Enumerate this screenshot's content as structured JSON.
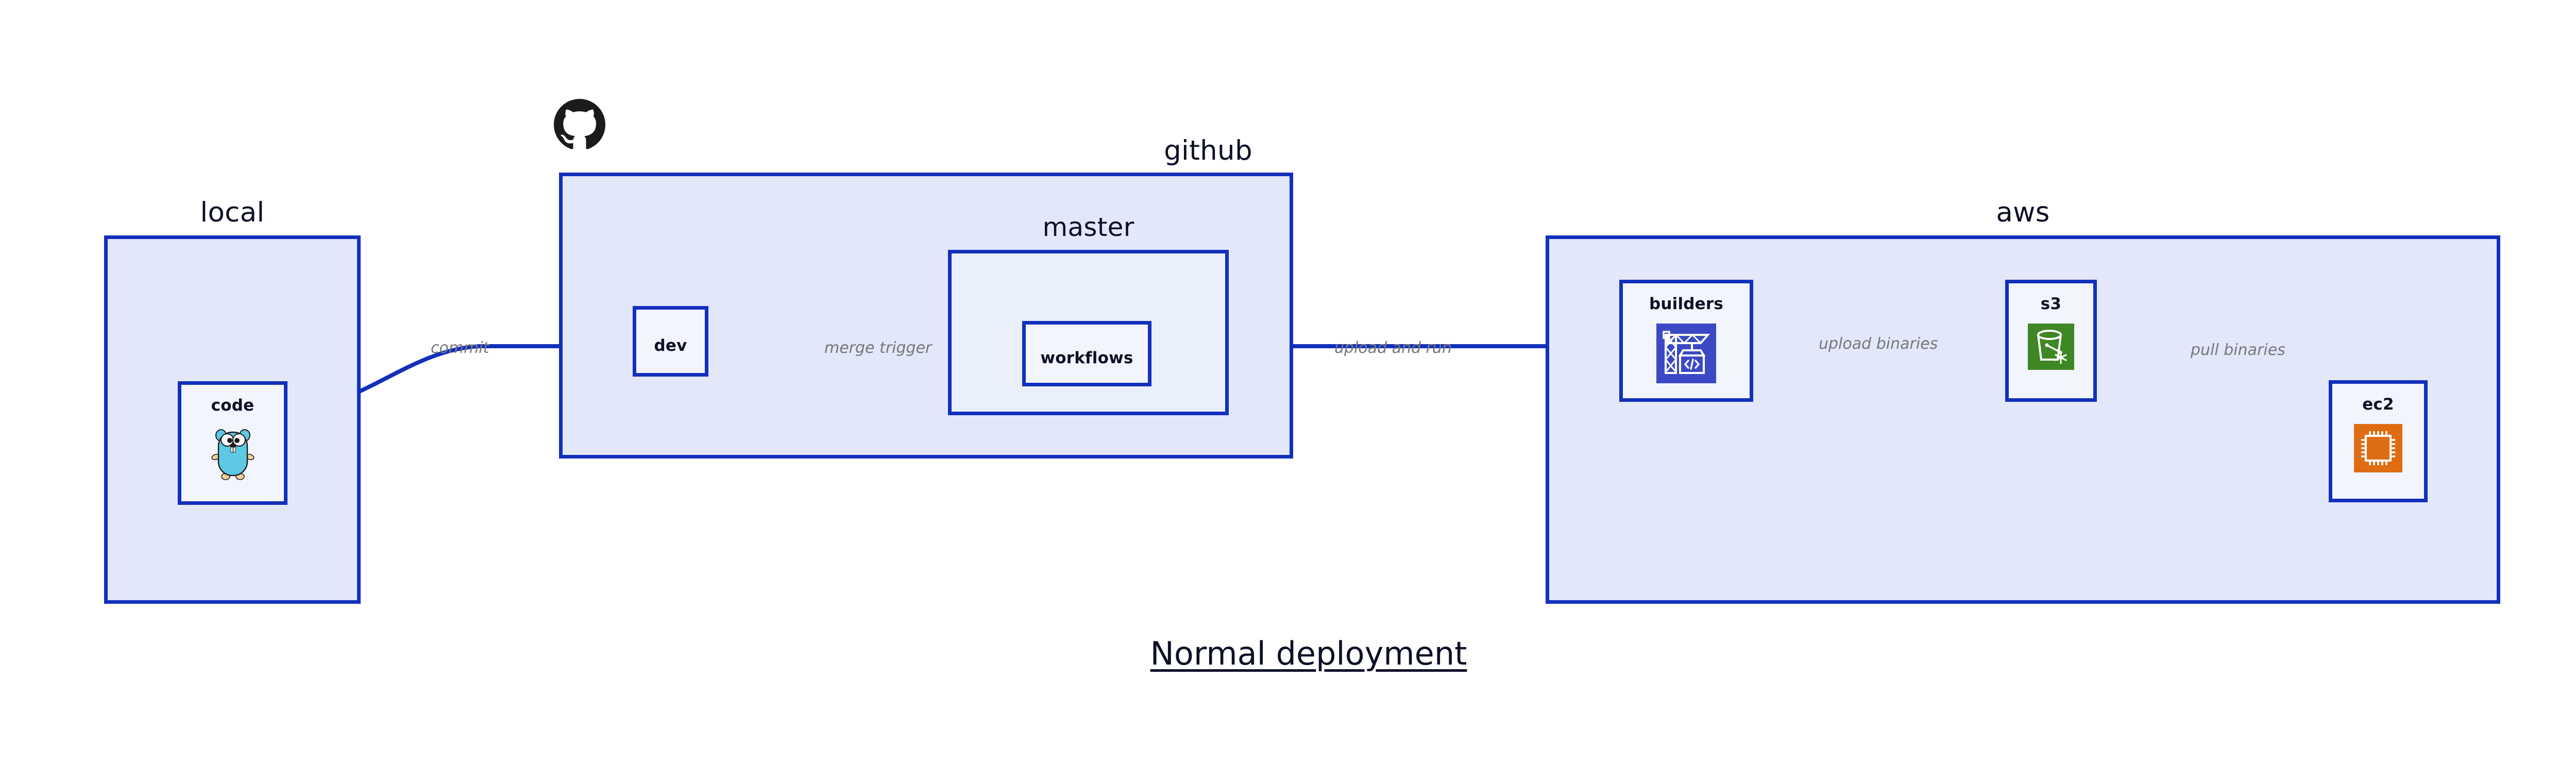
{
  "title": "Normal deployment",
  "colors": {
    "edge": "#1230bc",
    "group_fill": "#e2e7fa",
    "subgroup_fill": "#eaeffc",
    "node_fill": "#f2f5fd",
    "border": "#1230bc",
    "label_text": "#0d1026",
    "edge_label_text": "#787878",
    "codebuild_icon": "#3b4ac4",
    "s3_icon": "#3f8624",
    "ec2_icon": "#de6c13",
    "gopher": "#5dc9e2",
    "octocat": "#1b1b1b"
  },
  "groups": [
    {
      "id": "local",
      "label": "local"
    },
    {
      "id": "github",
      "label": "github"
    },
    {
      "id": "master",
      "label": "master"
    },
    {
      "id": "aws",
      "label": "aws"
    }
  ],
  "nodes": [
    {
      "id": "code",
      "label": "code",
      "icon": "go-gopher-icon"
    },
    {
      "id": "dev",
      "label": "dev",
      "icon": null
    },
    {
      "id": "workflows",
      "label": "workflows",
      "icon": null
    },
    {
      "id": "builders",
      "label": "builders",
      "icon": "aws-codebuild-icon"
    },
    {
      "id": "s3",
      "label": "s3",
      "icon": "aws-s3-icon"
    },
    {
      "id": "ec2",
      "label": "ec2",
      "icon": "aws-ec2-icon"
    }
  ],
  "edges": [
    {
      "id": "code-to-dev",
      "from": "code",
      "to": "dev",
      "label": "commit"
    },
    {
      "id": "dev-to-workflows",
      "from": "dev",
      "to": "workflows",
      "label": "merge trigger"
    },
    {
      "id": "workflows-to-builders",
      "from": "workflows",
      "to": "builders",
      "label": "upload and run"
    },
    {
      "id": "builders-to-s3",
      "from": "builders",
      "to": "s3",
      "label": "upload binaries"
    },
    {
      "id": "s3-to-ec2",
      "from": "s3",
      "to": "ec2",
      "label": "pull binaries"
    }
  ],
  "logos": [
    {
      "id": "github-logo",
      "name": "github-octocat-icon"
    }
  ]
}
